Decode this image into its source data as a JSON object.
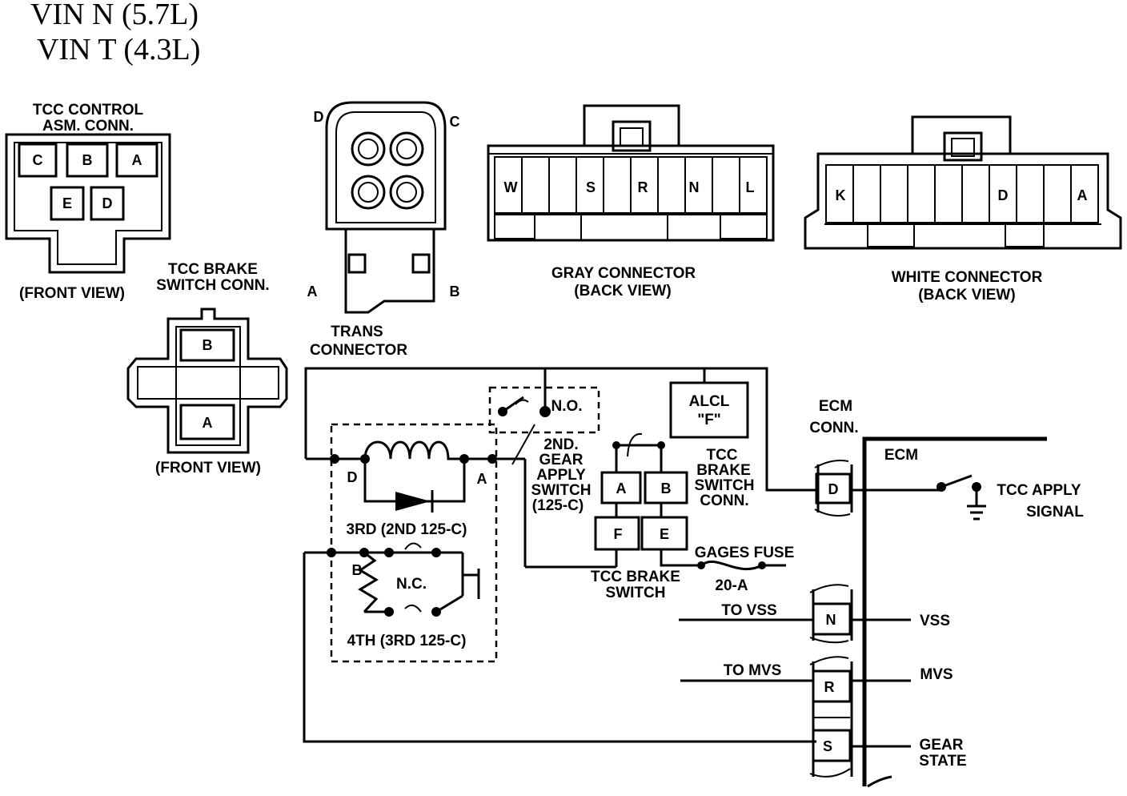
{
  "header": {
    "vin_line_1": "VIN  N  (5.7L)",
    "vin_line_2": "VIN  T  (4.3L)"
  },
  "tcc_control_connector": {
    "title_1": "TCC CONTROL",
    "title_2": "ASM. CONN.",
    "pins": [
      "C",
      "B",
      "A",
      "E",
      "D"
    ],
    "view": "(FRONT VIEW)"
  },
  "tcc_brake_switch_connector": {
    "title_1": "TCC BRAKE",
    "title_2": "SWITCH CONN.",
    "pins": [
      "B",
      "A"
    ],
    "view": "(FRONT VIEW)"
  },
  "trans_connector": {
    "pin_d": "D",
    "pin_c": "C",
    "pin_a": "A",
    "pin_b": "B",
    "title_1": "TRANS",
    "title_2": "CONNECTOR"
  },
  "gray_connector": {
    "pins": [
      "W",
      "S",
      "R",
      "N",
      "L"
    ],
    "title_1": "GRAY CONNECTOR",
    "title_2": "(BACK VIEW)"
  },
  "white_connector": {
    "pins": [
      "K",
      "D",
      "A"
    ],
    "title_1": "WHITE CONNECTOR",
    "title_2": "(BACK VIEW)"
  },
  "schematic": {
    "alcl_1": "ALCL",
    "alcl_2": "\"F\"",
    "no_label": "N.O.",
    "gear_switch_1": "2ND.",
    "gear_switch_2": "GEAR",
    "gear_switch_3": "APPLY",
    "gear_switch_4": "SWITCH",
    "gear_switch_5": "(125-C)",
    "solenoid_d": "D",
    "solenoid_a": "A",
    "third_switch": "3RD  (2ND 125-C)",
    "nc_b": "B",
    "nc_label": "N.C.",
    "fourth_switch": "4TH  (3RD 125-C)",
    "brake_pins": [
      "A",
      "B",
      "F",
      "E"
    ],
    "brake_conn_1": "TCC",
    "brake_conn_2": "BRAKE",
    "brake_conn_3": "SWITCH",
    "brake_conn_4": "CONN.",
    "brake_switch_1": "TCC BRAKE",
    "brake_switch_2": "SWITCH",
    "fuse_1": "GAGES FUSE",
    "fuse_2": "20-A",
    "ecm_conn_1": "ECM",
    "ecm_conn_2": "CONN.",
    "ecm": "ECM",
    "ecm_pins": [
      "D",
      "N",
      "R",
      "S"
    ],
    "tcc_apply_1": "TCC APPLY",
    "tcc_apply_2": "SIGNAL",
    "to_vss": "TO VSS",
    "vss": "VSS",
    "to_mvs": "TO MVS",
    "mvs": "MVS",
    "gear_state_1": "GEAR",
    "gear_state_2": "STATE"
  }
}
